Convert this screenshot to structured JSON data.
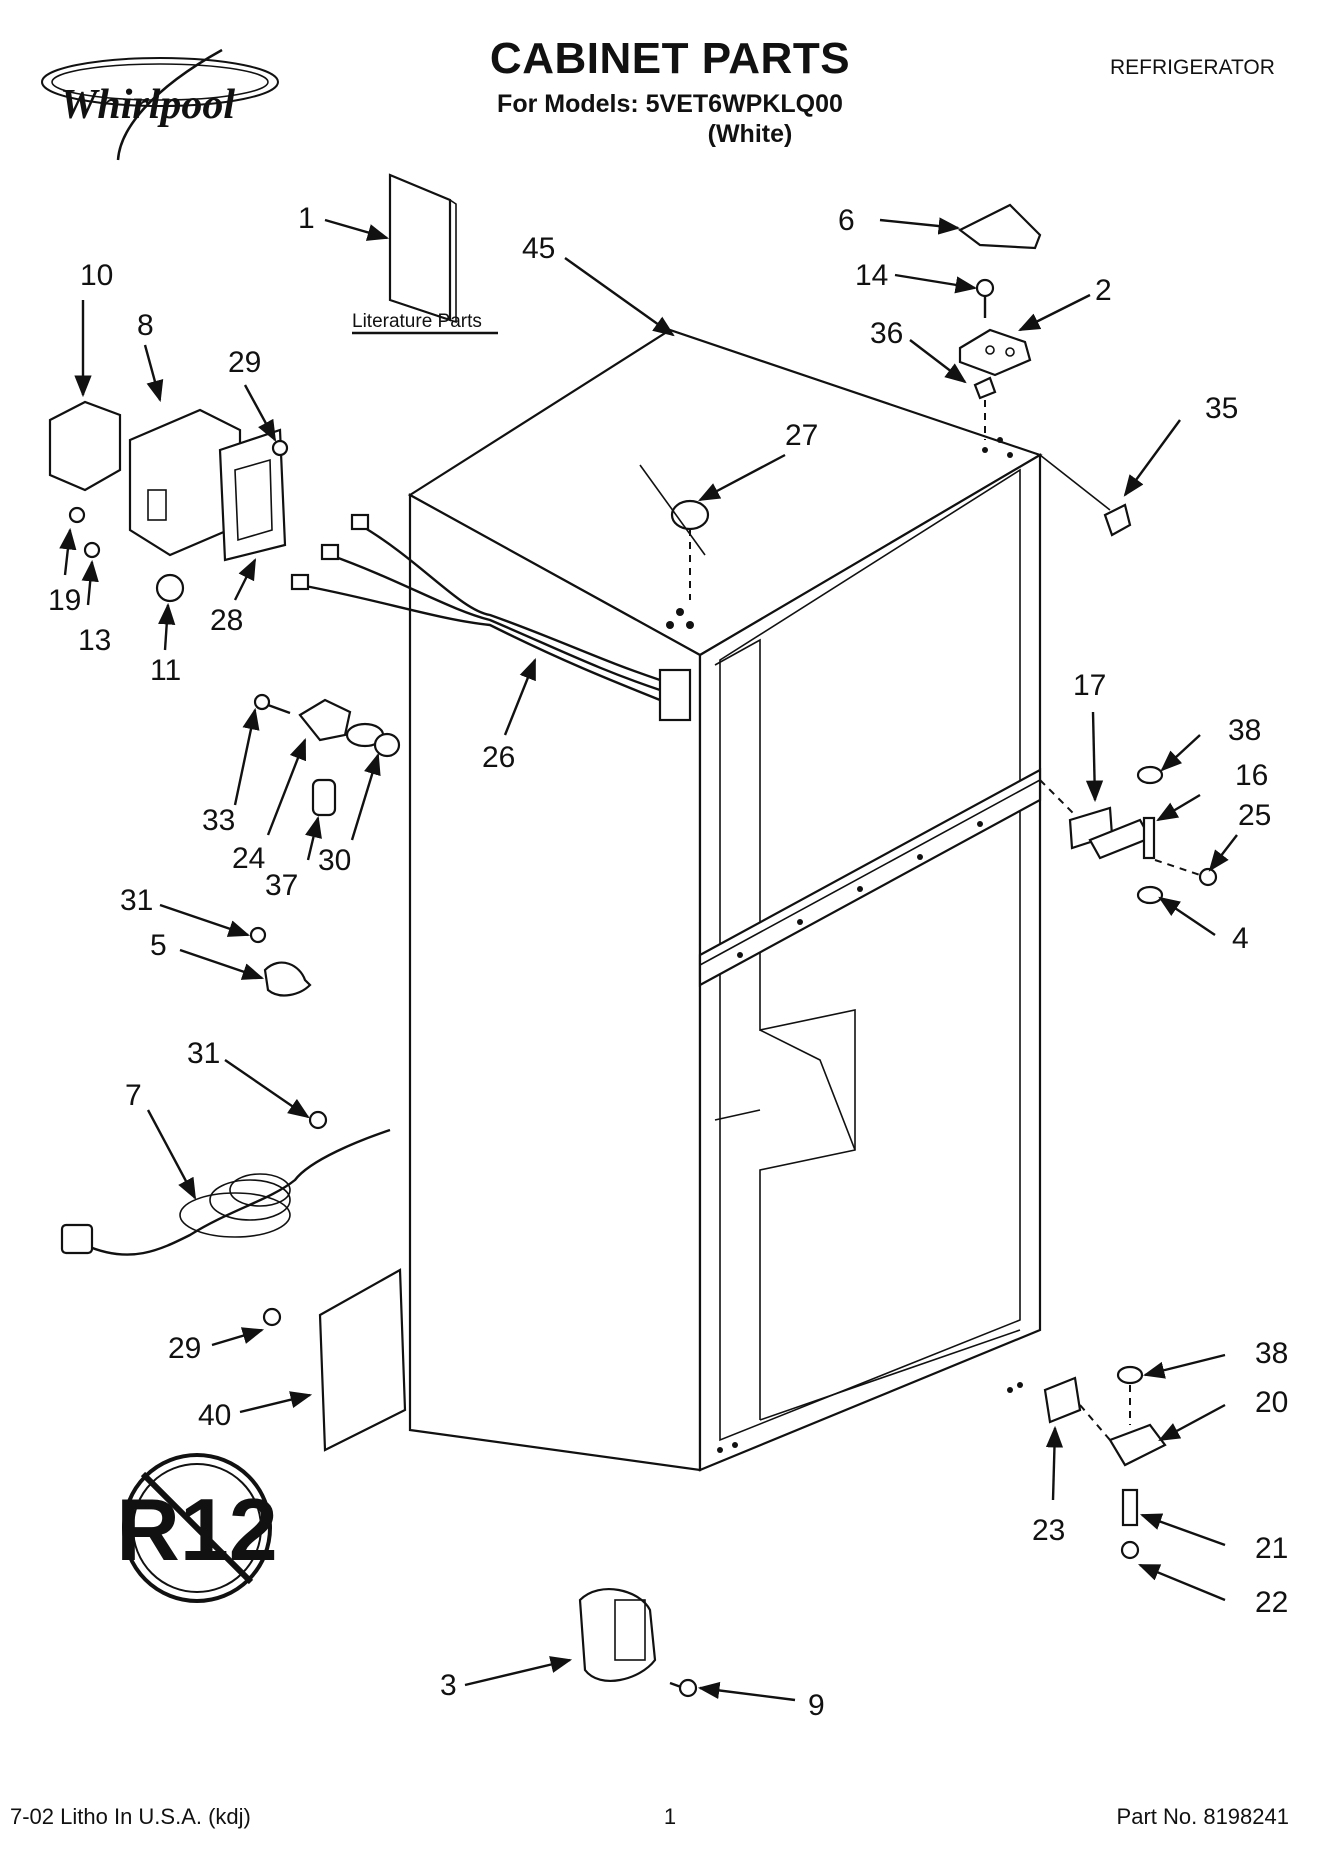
{
  "header": {
    "brand": "Whirlpool",
    "title": "CABINET PARTS",
    "models": "For Models: 5VET6WPKLQ00",
    "color": "(White)",
    "appliance": "REFRIGERATOR"
  },
  "diagram": {
    "literature_caption": "Literature Parts",
    "badge_text": "R12",
    "callouts": [
      "1",
      "45",
      "6",
      "14",
      "2",
      "36",
      "35",
      "27",
      "10",
      "8",
      "29",
      "19",
      "13",
      "11",
      "28",
      "26",
      "17",
      "38",
      "16",
      "25",
      "4",
      "33",
      "24",
      "37",
      "30",
      "31",
      "5",
      "31",
      "7",
      "29",
      "40",
      "38",
      "20",
      "23",
      "21",
      "22",
      "3",
      "9"
    ]
  },
  "footer": {
    "left": "7-02 Litho In U.S.A. (kdj)",
    "page": "1",
    "part_no": "Part No. 8198241"
  }
}
